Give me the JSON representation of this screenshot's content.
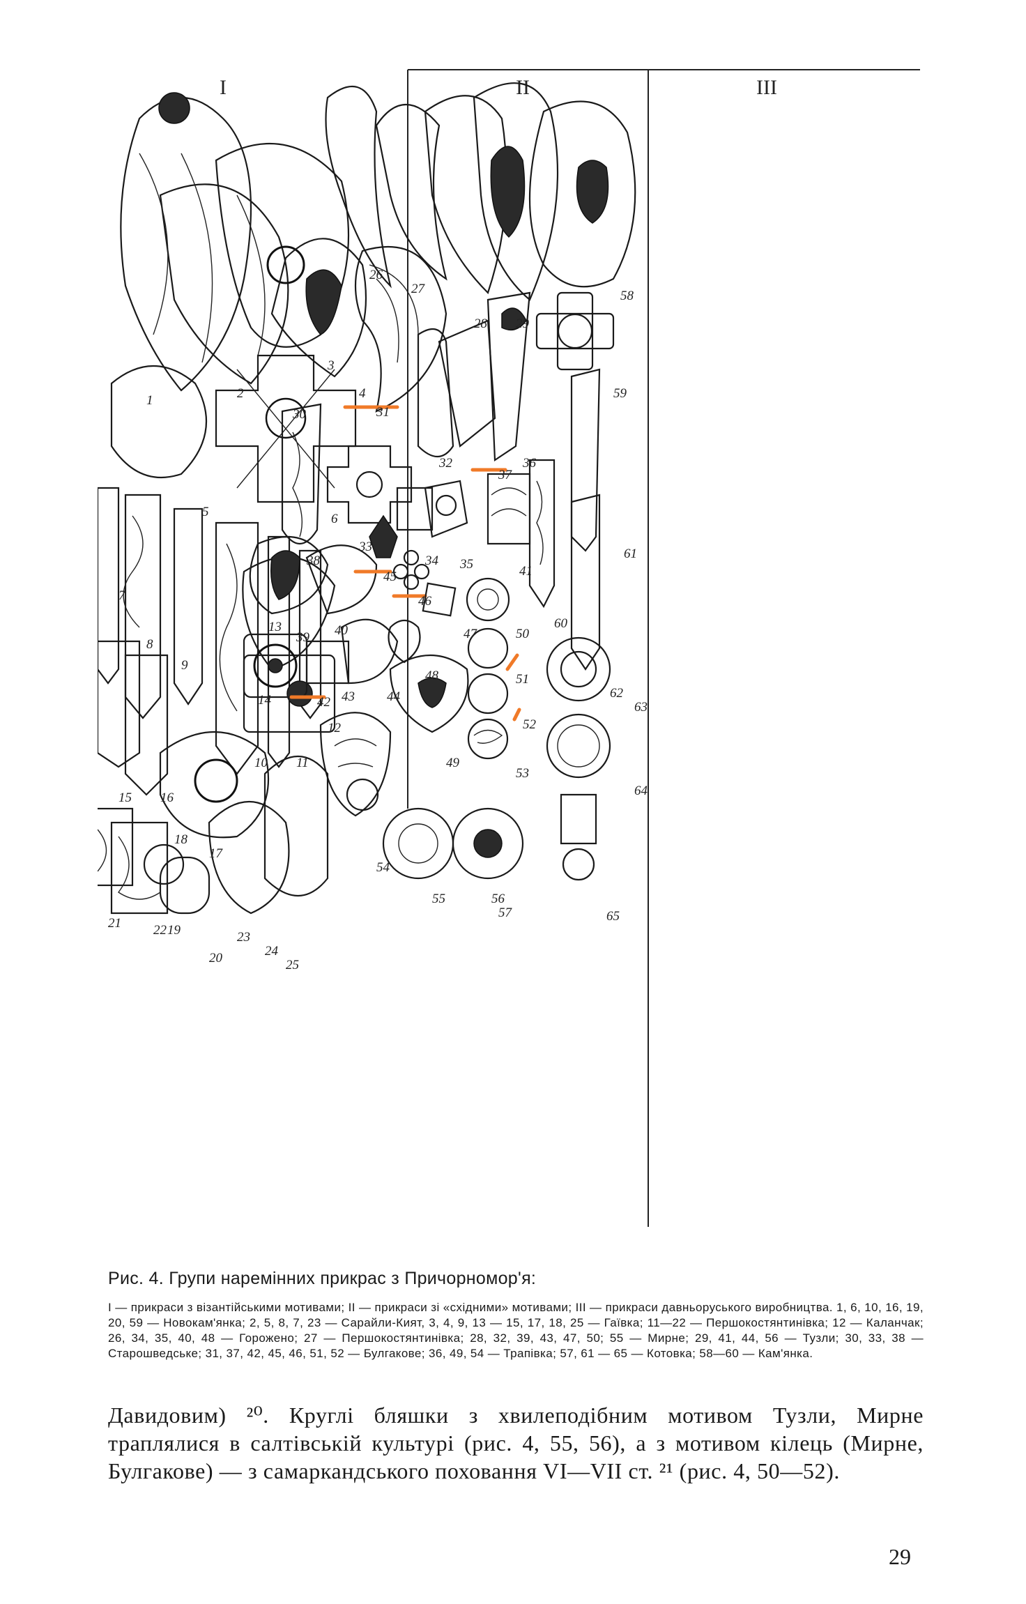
{
  "figure": {
    "group_labels": [
      "I",
      "II",
      "III"
    ],
    "item_numbers": [
      {
        "n": "1"
      },
      {
        "n": "2"
      },
      {
        "n": "3"
      },
      {
        "n": "4"
      },
      {
        "n": "5"
      },
      {
        "n": "6"
      },
      {
        "n": "7"
      },
      {
        "n": "8"
      },
      {
        "n": "9"
      },
      {
        "n": "10"
      },
      {
        "n": "11"
      },
      {
        "n": "12"
      },
      {
        "n": "13"
      },
      {
        "n": "14"
      },
      {
        "n": "15"
      },
      {
        "n": "16"
      },
      {
        "n": "17"
      },
      {
        "n": "18"
      },
      {
        "n": "19"
      },
      {
        "n": "20"
      },
      {
        "n": "21"
      },
      {
        "n": "22"
      },
      {
        "n": "23"
      },
      {
        "n": "24"
      },
      {
        "n": "25"
      },
      {
        "n": "26"
      },
      {
        "n": "27"
      },
      {
        "n": "28"
      },
      {
        "n": "29"
      },
      {
        "n": "30"
      },
      {
        "n": "31"
      },
      {
        "n": "32"
      },
      {
        "n": "33"
      },
      {
        "n": "34"
      },
      {
        "n": "35"
      },
      {
        "n": "36"
      },
      {
        "n": "37"
      },
      {
        "n": "38"
      },
      {
        "n": "39"
      },
      {
        "n": "40"
      },
      {
        "n": "41"
      },
      {
        "n": "42"
      },
      {
        "n": "43"
      },
      {
        "n": "44"
      },
      {
        "n": "45"
      },
      {
        "n": "46"
      },
      {
        "n": "47"
      },
      {
        "n": "48"
      },
      {
        "n": "49"
      },
      {
        "n": "50"
      },
      {
        "n": "51"
      },
      {
        "n": "52"
      },
      {
        "n": "53"
      },
      {
        "n": "54"
      },
      {
        "n": "55"
      },
      {
        "n": "56"
      },
      {
        "n": "57"
      },
      {
        "n": "58"
      },
      {
        "n": "59"
      },
      {
        "n": "60"
      },
      {
        "n": "61"
      },
      {
        "n": "62"
      },
      {
        "n": "63"
      },
      {
        "n": "64"
      },
      {
        "n": "65"
      }
    ],
    "highlight_color": "#f07a28"
  },
  "caption": {
    "title": "Рис. 4. Групи наремінних прикрас з Причорномор'я:",
    "legend": "I — прикраси з візантійськими мотивами; II — прикраси зі «східними» мотивами; III — прикраси давньоруського виробництва. 1, 6, 10, 16, 19, 20, 59 — Новокам'янка; 2, 5, 8, 7, 23 — Сарайли-Кият, 3, 4, 9, 13 — 15, 17, 18, 25 — Гаївка; 11—22 — Першокостянтинівка; 12 — Каланчак; 26, 34, 35, 40, 48 — Горожено; 27 — Першокостянтинівка; 28, 32, 39, 43, 47, 50; 55 — Мирне; 29, 41, 44, 56 — Тузли; 30, 33, 38 — Старошведське; 31, 37, 42, 45, 46, 51, 52 — Булгакове; 36, 49, 54 — Трапівка; 57, 61 — 65 — Котовка; 58—60 — Кам'янка."
  },
  "body_text": "Давидовим) ²⁰. Круглі бляшки з хвилеподібним мотивом Тузли, Мирне траплялися в салтівській культурі (рис. 4, 55, 56), а з мотивом кілець (Мирне, Булгакове) — з самаркандського поховання VI—VII ст. ²¹ (рис. 4, 50—52).",
  "page_number": "29"
}
